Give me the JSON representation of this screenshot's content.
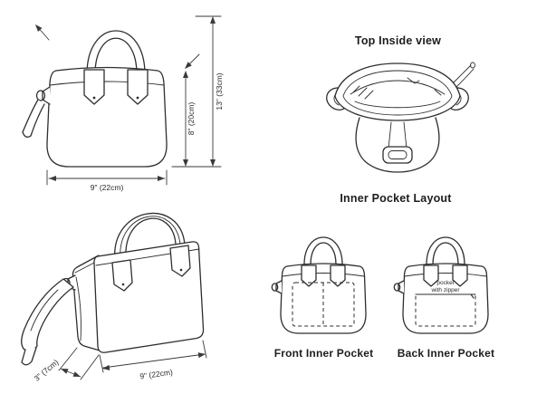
{
  "colors": {
    "background": "#ffffff",
    "ink": "#2e2e2e"
  },
  "front_view": {
    "width_label": "9\" (22cm)",
    "body_height_label": "8\" (20cm)",
    "total_height_label": "13\" (33cm)"
  },
  "top_inside_view": {
    "title": "Top Inside view"
  },
  "perspective_view": {
    "depth_label": "3\" (7cm)",
    "width_label": "9\" (22cm)"
  },
  "pocket_layout": {
    "title": "Inner Pocket Layout",
    "front_label": "Front Inner Pocket",
    "back_label": "Back Inner Pocket",
    "zipper_note_line1": "pocket",
    "zipper_note_line2": "with zipper"
  }
}
